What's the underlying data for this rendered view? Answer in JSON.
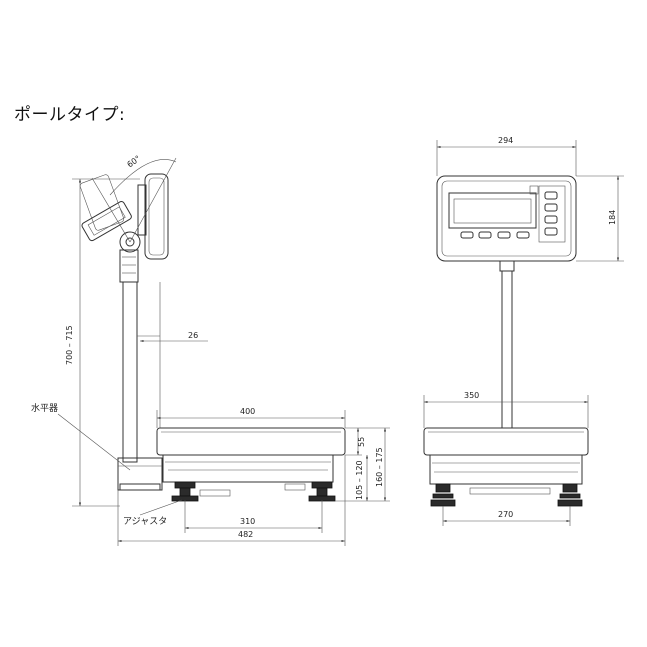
{
  "title": "ポールタイプ:",
  "side_view": {
    "angle": "60°",
    "height": "700 – 715",
    "pole_offset": "26",
    "platform_depth": "400",
    "base_depth": "310",
    "overall_depth": "482",
    "platter_height": "55",
    "base_height": "105 – 120",
    "total_height": "160 – 175",
    "level_label": "水平器",
    "foot_label": "アジャスタ"
  },
  "front_view": {
    "display_width": "294",
    "display_height": "184",
    "platform_width": "350",
    "feet_span": "270"
  }
}
